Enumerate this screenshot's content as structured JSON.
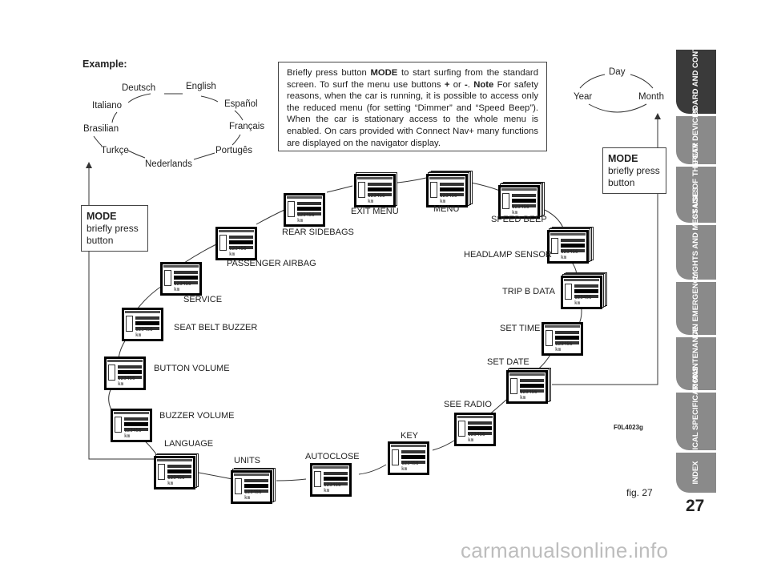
{
  "example_label": "Example:",
  "languages": [
    "Deutsch",
    "English",
    "Italiano",
    "Español",
    "Brasilian",
    "Français",
    "Turkçe",
    "Portugês",
    "Nederlands"
  ],
  "date_cycle": [
    "Day",
    "Year",
    "Month"
  ],
  "explanation": {
    "p1": "Briefly press button ",
    "b1": "MODE",
    "p2": " to start surfing from the standard screen. To surf the menu use buttons ",
    "b2": "+",
    "p3": " or ",
    "b3": "-",
    "p4": ". ",
    "b4": "Note",
    "p5": "  For safety reasons, when the car is running, it is possible to access only the reduced menu (for setting “Dimmer” and “Speed Beep”). When the car is stationary access to the whole menu is enabled. On cars provided with Connect Nav+ many functions are displayed on the navigator display."
  },
  "mode_left": {
    "title": "MODE",
    "line1": "briefly press",
    "line2": "button"
  },
  "mode_right": {
    "title": "MODE",
    "line1": "briefly press",
    "line2": "button"
  },
  "menu_items": [
    "EXIT MENU",
    "MENU",
    "SPEED BEEP",
    "REAR SIDEBAGS",
    "HEADLAMP SENSOR",
    "PASSENGER AIRBAG",
    "TRIP B DATA",
    "SERVICE",
    "SEAT BELT BUZZER",
    "SET TIME",
    "SET DATE",
    "BUTTON VOLUME",
    "SEE RADIO",
    "BUZZER VOLUME",
    "KEY",
    "LANGUAGE",
    "AUTOCLOSE",
    "UNITS"
  ],
  "odometer": "123456 km",
  "figure_code": "F0L4023g",
  "figure_label": "fig. 27",
  "page_number": "27",
  "tabs": [
    "DASHBOARD AND CONTROLS",
    "SAFETY DEVICES",
    "CORRECT USE OF THE CAR",
    "WARNING LIGHTS AND MESSAGES",
    "IN AN EMERGENCY",
    "CAR MAINTENANCE",
    "TECHNICAL SPECIFICATIONS",
    "INDEX"
  ],
  "watermark": "carmanualsonline.info"
}
